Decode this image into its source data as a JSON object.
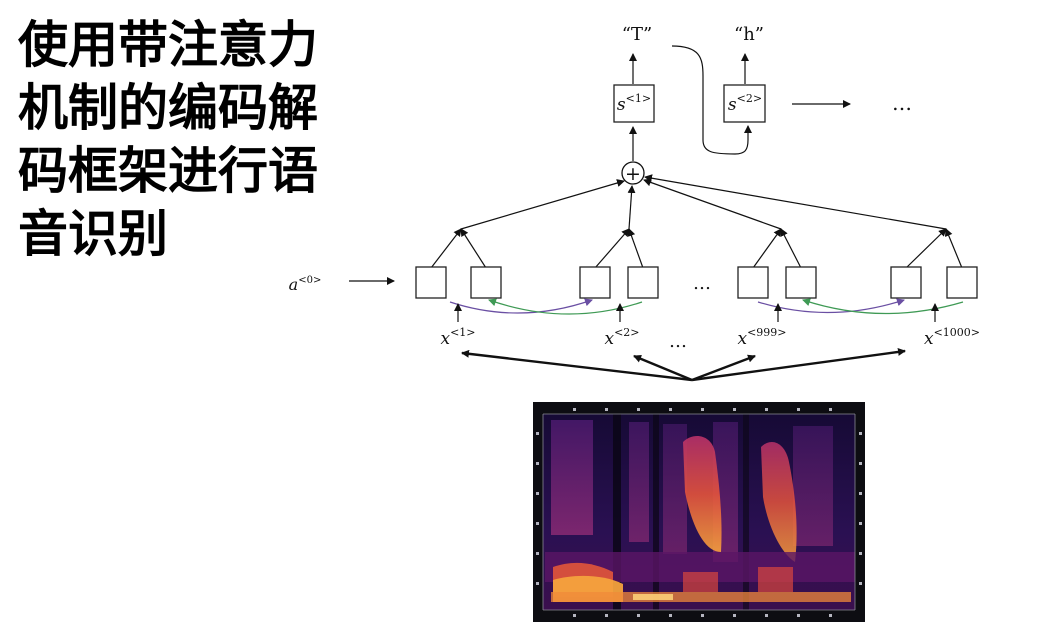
{
  "title": "使用带注意力机制的编码解码框架进行语音识别",
  "diagram": {
    "output_labels": [
      "“T”",
      "“h”"
    ],
    "decoder_states": [
      {
        "base": "s",
        "sup": "<1>"
      },
      {
        "base": "s",
        "sup": "<2>"
      }
    ],
    "decoder_ellipsis": "…",
    "sum_symbol": "+",
    "initial_activation": {
      "base": "a",
      "sup": "<0>"
    },
    "encoder_ellipsis": "…",
    "inputs": [
      {
        "base": "x",
        "sup": "<1>"
      },
      {
        "base": "x",
        "sup": "<2>"
      },
      {
        "base": "x",
        "sup": "<999>"
      },
      {
        "base": "x",
        "sup": "<1000>"
      }
    ],
    "input_ellipsis": "…",
    "colors": {
      "forward_arrow": "#6a4fa3",
      "backward_arrow": "#3f9a55",
      "spectrogram_low": "#1a0d3a",
      "spectrogram_high": "#ffd37a"
    }
  }
}
